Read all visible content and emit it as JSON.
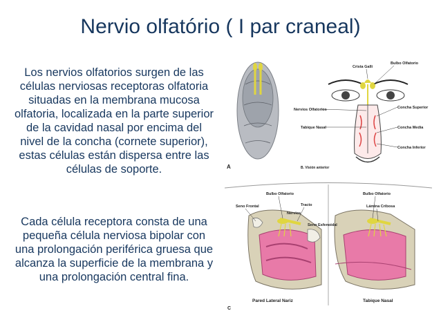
{
  "title": "Nervio olfatório ( I par craneal)",
  "paragraphs": [
    "Los nervios olfatorios surgen de las células nerviosas receptoras olfatoria situadas en la membrana mucosa olfatoria, localizada en la parte superior de la cavidad nasal por encima del nivel de la concha (cornete superior), estas células están dispersa entre las células de soporte.",
    "Cada célula receptora consta de una pequeña célula nerviosa bipolar con una prolongación periférica gruesa que alcanza la superficie de la membrana y una prolongación central fina."
  ],
  "figure_top": {
    "labels": {
      "crista_galli": "Crista Galli",
      "bulbo_olfatorio": "Bulbo Olfatorio",
      "nervios_olfatorios": "Nervios Olfatorios",
      "concha_superior": "Concha Superior",
      "tabique_nasal": "Tabique Nasal",
      "concha_media": "Concha Media",
      "concha_inferior": "Concha Inferior",
      "letter_a": "A",
      "caption": "B. Visión anterior"
    }
  },
  "figure_bottom": {
    "labels": {
      "bulbo_olfatorio_left": "Bulbo Olfatorio",
      "bulbo_olfatorio_right": "Bulbo Olfatorio",
      "seno_frontal": "Seno Frontal",
      "tracto": "Tracto",
      "nervios": "Nervios",
      "lamina_cribosa": "Lámina Cribosa",
      "seno_esfenoidal": "Seno Esfenoidal",
      "pared_lateral": "Pared Lateral Nariz",
      "tabique_nasal": "Tabique Nasal",
      "letter_c": "C"
    }
  },
  "colors": {
    "text": "#17375e",
    "mucosa": "#e87aa8",
    "nerve": "#e0d640",
    "bone": "#c9c2a8"
  }
}
